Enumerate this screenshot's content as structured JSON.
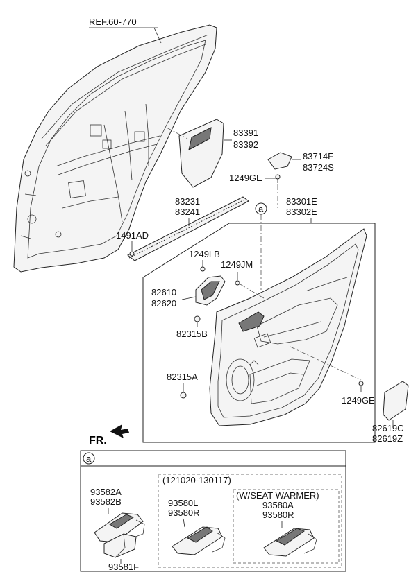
{
  "ref": "REF.60-770",
  "front_label": "FR.",
  "callout_letter": "a",
  "detail": {
    "callout_letter": "a",
    "date_range": "(121020-130117)",
    "seat_warmer": "(W/SEAT WARMER)"
  },
  "parts": {
    "p83391": "83391",
    "p83392": "83392",
    "p83714F": "83714F",
    "p83724S": "83724S",
    "p1249GE_top": "1249GE",
    "p83231": "83231",
    "p83241": "83241",
    "p83301E": "83301E",
    "p83302E": "83302E",
    "p1491AD": "1491AD",
    "p1249LB": "1249LB",
    "p1249JM": "1249JM",
    "p82610": "82610",
    "p82620": "82620",
    "p82315B": "82315B",
    "p82315A": "82315A",
    "p1249GE_bot": "1249GE",
    "p82619C": "82619C",
    "p82619Z": "82619Z",
    "p93582A": "93582A",
    "p93582B": "93582B",
    "p93581F": "93581F",
    "p93580L": "93580L",
    "p93580R_a": "93580R",
    "p93580A": "93580A",
    "p93580R_b": "93580R"
  }
}
